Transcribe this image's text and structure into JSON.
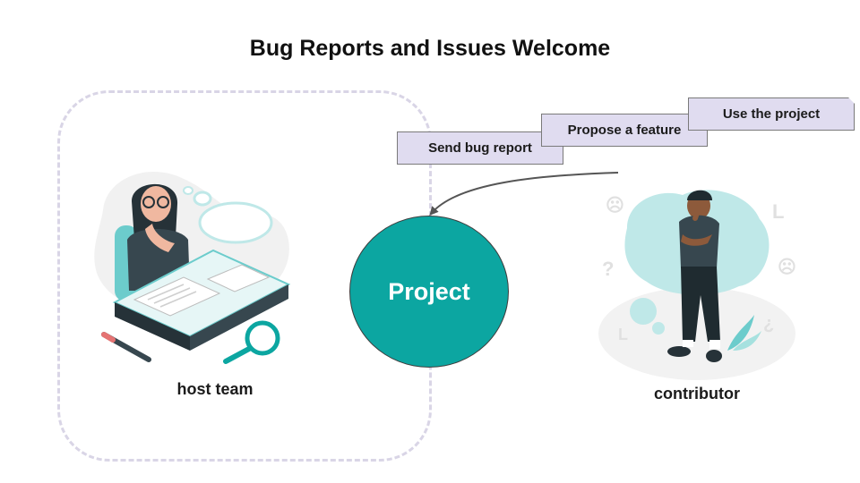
{
  "title": "Bug Reports and Issues Welcome",
  "center": {
    "label": "Project"
  },
  "actions": [
    {
      "label": "Send bug report"
    },
    {
      "label": "Propose a feature"
    },
    {
      "label": "Use the project"
    }
  ],
  "actors": {
    "host": {
      "label": "host team"
    },
    "contributor": {
      "label": "contributor"
    }
  },
  "colors": {
    "accent": "#0ca6a1",
    "note_fill": "#e0dcf0",
    "dashed_border": "#d9d5e6",
    "illustration_tint": "#bfe8e8"
  },
  "icons": [
    "thinking-woman-at-desk-illustration",
    "thinking-man-illustration",
    "magnifier-icon",
    "pencil-icon"
  ]
}
